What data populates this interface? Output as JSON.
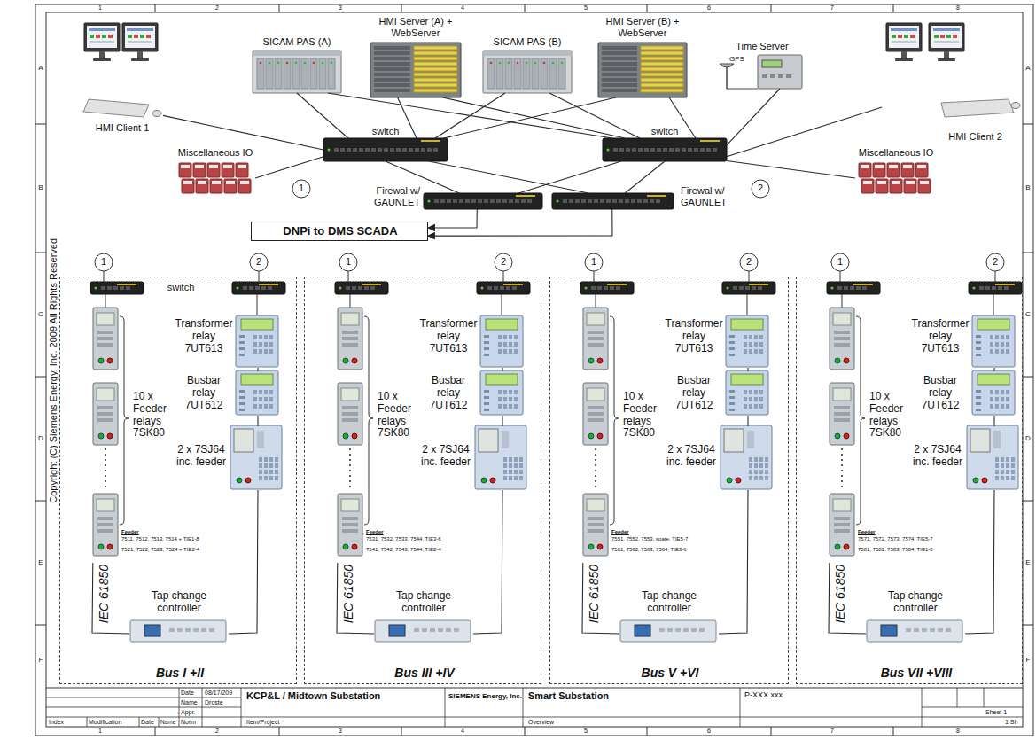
{
  "diagram": {
    "nodes": [
      {
        "text": [
          "HMI Client 1"
        ]
      },
      {
        "text": [
          "SICAM PAS (A)"
        ]
      },
      {
        "text": [
          "HMI Server (A) + WebServer"
        ]
      },
      {
        "text": [
          "SICAM PAS (B)"
        ]
      },
      {
        "text": [
          "HMI Server (B) + WebServer"
        ]
      },
      {
        "text": [
          "Time Server"
        ]
      },
      {
        "text": [
          "HMI Client 2"
        ]
      },
      {
        "text": [
          "Miscellaneous IO"
        ]
      },
      {
        "text": [
          "switch"
        ]
      },
      {
        "text": [
          "switch"
        ]
      },
      {
        "text": [
          "Miscellaneous IO"
        ]
      },
      {
        "text": [
          "Firewal w/ GAUNLET"
        ]
      },
      {
        "text": [
          "Firewal w/ GAUNLET"
        ]
      },
      {
        "text": [
          "DNPi to DMS SCADA"
        ]
      },
      {
        "text": [
          "Bus I +II"
        ]
      },
      {
        "text": [
          "10 x Feeder relays 7SK80"
        ],
        "in": 14
      },
      {
        "text": [
          "Transformer relay 7UT613"
        ],
        "in": 14
      },
      {
        "text": [
          "Busbar relay 7UT612"
        ],
        "in": 14
      },
      {
        "text": [
          "2 x 7SJ64 inc. feeder"
        ],
        "in": 14
      },
      {
        "text": [
          "Tap change controller"
        ],
        "in": 14
      },
      {
        "text": [
          "Bus III +IV"
        ]
      },
      {
        "text": [
          "10 x Feeder relays 7SK80"
        ],
        "in": 20
      },
      {
        "text": [
          "Transformer relay 7UT613"
        ],
        "in": 20
      },
      {
        "text": [
          "Busbar relay 7UT612"
        ],
        "in": 20
      },
      {
        "text": [
          "2 x 7SJ64 inc. feeder"
        ],
        "in": 20
      },
      {
        "text": [
          "Tap change controller"
        ],
        "in": 20
      },
      {
        "text": [
          "Bus V +VI"
        ]
      },
      {
        "text": [
          "10 x Feeder relays 7SK80"
        ],
        "in": 26
      },
      {
        "text": [
          "Transformer relay 7UT613"
        ],
        "in": 26
      },
      {
        "text": [
          "Busbar relay 7UT612"
        ],
        "in": 26
      },
      {
        "text": [
          "2 x 7SJ64 inc. feeder"
        ],
        "in": 26
      },
      {
        "text": [
          "Tap change controller"
        ],
        "in": 26
      },
      {
        "text": [
          "Bus VII +VIII"
        ]
      },
      {
        "text": [
          "10 x Feeder relays 7SK80"
        ],
        "in": 32
      },
      {
        "text": [
          "Transformer relay 7UT613"
        ],
        "in": 32
      },
      {
        "text": [
          "Busbar relay 7UT612"
        ],
        "in": 32
      },
      {
        "text": [
          "2 x 7SJ64 inc. feeder"
        ],
        "in": 32
      },
      {
        "text": [
          "Tap change controller"
        ],
        "in": 32
      }
    ],
    "edges": [
      {
        "from": 0,
        "to": 8,
        "arrow": "none"
      },
      {
        "from": 1,
        "to": 8,
        "arrow": "none"
      },
      {
        "from": 1,
        "to": 9,
        "arrow": "none"
      },
      {
        "from": 2,
        "to": 8,
        "arrow": "none"
      },
      {
        "from": 2,
        "to": 9,
        "arrow": "none"
      },
      {
        "from": 3,
        "to": 8,
        "arrow": "none"
      },
      {
        "from": 3,
        "to": 9,
        "arrow": "none"
      },
      {
        "from": 4,
        "to": 8,
        "arrow": "none"
      },
      {
        "from": 4,
        "to": 9,
        "arrow": "none"
      },
      {
        "from": 5,
        "to": 9,
        "arrow": "none"
      },
      {
        "from": 6,
        "to": 9,
        "arrow": "none"
      },
      {
        "from": 7,
        "to": 8,
        "arrow": "none"
      },
      {
        "from": 10,
        "to": 9,
        "arrow": "none"
      },
      {
        "from": 8,
        "to": 11,
        "arrow": "none"
      },
      {
        "from": 8,
        "to": 12,
        "arrow": "none"
      },
      {
        "from": 9,
        "to": 11,
        "arrow": "none"
      },
      {
        "from": 9,
        "to": 12,
        "arrow": "none"
      },
      {
        "from": 11,
        "to": 13,
        "arrow": "to"
      },
      {
        "from": 12,
        "to": 13,
        "arrow": "to"
      },
      {
        "from": 15,
        "to": 19,
        "arrow": "none"
      },
      {
        "from": 18,
        "to": 19,
        "arrow": "none"
      },
      {
        "from": 16,
        "to": 17,
        "arrow": "none"
      },
      {
        "from": 17,
        "to": 18,
        "arrow": "none"
      },
      {
        "from": 21,
        "to": 25,
        "arrow": "none"
      },
      {
        "from": 24,
        "to": 25,
        "arrow": "none"
      },
      {
        "from": 22,
        "to": 23,
        "arrow": "none"
      },
      {
        "from": 23,
        "to": 24,
        "arrow": "none"
      },
      {
        "from": 27,
        "to": 31,
        "arrow": "none"
      },
      {
        "from": 30,
        "to": 31,
        "arrow": "none"
      },
      {
        "from": 28,
        "to": 29,
        "arrow": "none"
      },
      {
        "from": 29,
        "to": 30,
        "arrow": "none"
      },
      {
        "from": 33,
        "to": 37,
        "arrow": "none"
      },
      {
        "from": 36,
        "to": 37,
        "arrow": "none"
      },
      {
        "from": 34,
        "to": 35,
        "arrow": "none"
      },
      {
        "from": 35,
        "to": 36,
        "arrow": "none"
      }
    ],
    "labels": [
      "Copyright (C) Siemens Energy, Inc. 2009 All Rights Reserved",
      "1",
      "2",
      "GPS",
      "switch",
      "1",
      "2",
      "1",
      "2",
      "1",
      "2",
      "1",
      "2",
      "Feeder",
      "7511, 7512, 7513, 7514 + TIE1-8",
      "7521, 7522, 7523, 7524 + TIE2-4",
      "Feeder",
      "7531, 7532, 7533, 7544, TIE3-6",
      "7541, 7542, 7543, 7544, TIE2-4",
      "Feeder",
      "7551, 7552, 7553, spare, TIE5-7",
      "7561, 7562, 7563, 7564, TIE3-6",
      "Feeder",
      "7571, 7572, 7573, 7574, TIE5-7",
      "7581, 7582, 7583, 7584, TIE1-8",
      "IEC 61850",
      "IEC 61850",
      "IEC 61850",
      "IEC 61850",
      "Date",
      "08/17/209",
      "Name",
      "Droste",
      "Appr.",
      "Index",
      "Modification",
      "Date",
      "Name",
      "Norm",
      "KCP&L / Midtown Substation",
      "SIEMENS Energy, Inc.",
      "Smart Substation",
      "P-XXX xxx",
      "Sheet 1",
      "1 Sh",
      "Item/Project",
      "Overview",
      "1",
      "2",
      "3",
      "4",
      "5",
      "6",
      "7",
      "8",
      "1",
      "2",
      "3",
      "4",
      "5",
      "6",
      "7",
      "8",
      "A",
      "B",
      "C",
      "D",
      "E",
      "F",
      "A",
      "B",
      "C",
      "D",
      "E",
      "F"
    ]
  }
}
